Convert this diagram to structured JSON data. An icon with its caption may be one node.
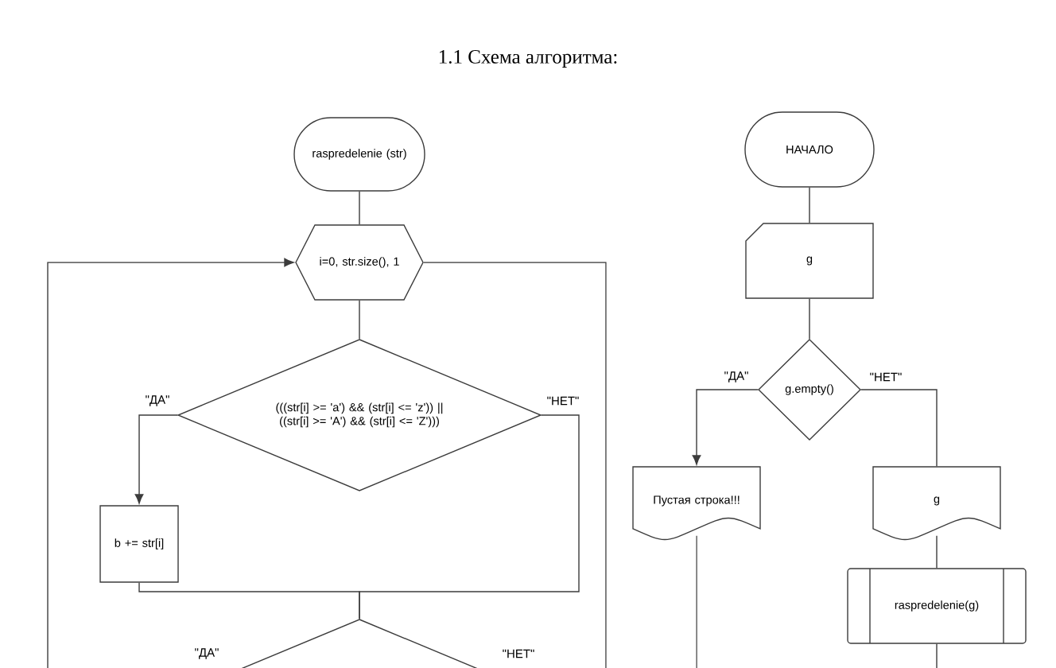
{
  "diagram": {
    "title": "1.1 Схема алгоритма:",
    "nodes": [
      {
        "text": [
          "raspredelenie (str)"
        ]
      },
      {
        "text": [
          "i=0, str.size(), 1"
        ]
      },
      {
        "text": [
          "(((str[i] >= 'a') && (str[i] <= 'z')) || ((str[i] >= 'A') && (str[i] <= 'Z')))"
        ]
      },
      {
        "text": [
          "b += str[i]"
        ]
      },
      {
        "text": [],
        "shape": "diamond"
      },
      {
        "text": [
          "НАЧАЛО"
        ]
      },
      {
        "text": [
          "g"
        ]
      },
      {
        "text": [
          "g.empty()"
        ]
      },
      {
        "text": [
          "Пустая строка!!!"
        ]
      },
      {
        "text": [
          "g"
        ]
      },
      {
        "text": [
          "raspredelenie(g)"
        ]
      }
    ],
    "edges": [
      {
        "from": 0,
        "to": 1,
        "arrow": "none"
      },
      {
        "from": 1,
        "to": 2,
        "arrow": "none"
      },
      {
        "from": 2,
        "to": 3,
        "arrow": "to",
        "label": "\"ДА\""
      },
      {
        "from": 2,
        "to": 4,
        "arrow": "none",
        "label": "\"НЕТ\""
      },
      {
        "from": 3,
        "to": 4,
        "arrow": "none"
      },
      {
        "from": 1,
        "to": null,
        "arrow": "none"
      },
      {
        "from": null,
        "to": 1,
        "arrow": "to"
      },
      {
        "from": 5,
        "to": 6,
        "arrow": "none"
      },
      {
        "from": 6,
        "to": 7,
        "arrow": "none"
      },
      {
        "from": 7,
        "to": 8,
        "arrow": "to",
        "label": "\"ДА\""
      },
      {
        "from": 7,
        "to": 9,
        "arrow": "none",
        "label": "\"НЕТ\""
      },
      {
        "from": 9,
        "to": 10,
        "arrow": "none"
      },
      {
        "from": 8,
        "to": null,
        "arrow": "none"
      },
      {
        "from": 10,
        "to": null,
        "arrow": "none"
      }
    ],
    "labels": [
      "\"ДА\"",
      "\"НЕТ\""
    ]
  }
}
